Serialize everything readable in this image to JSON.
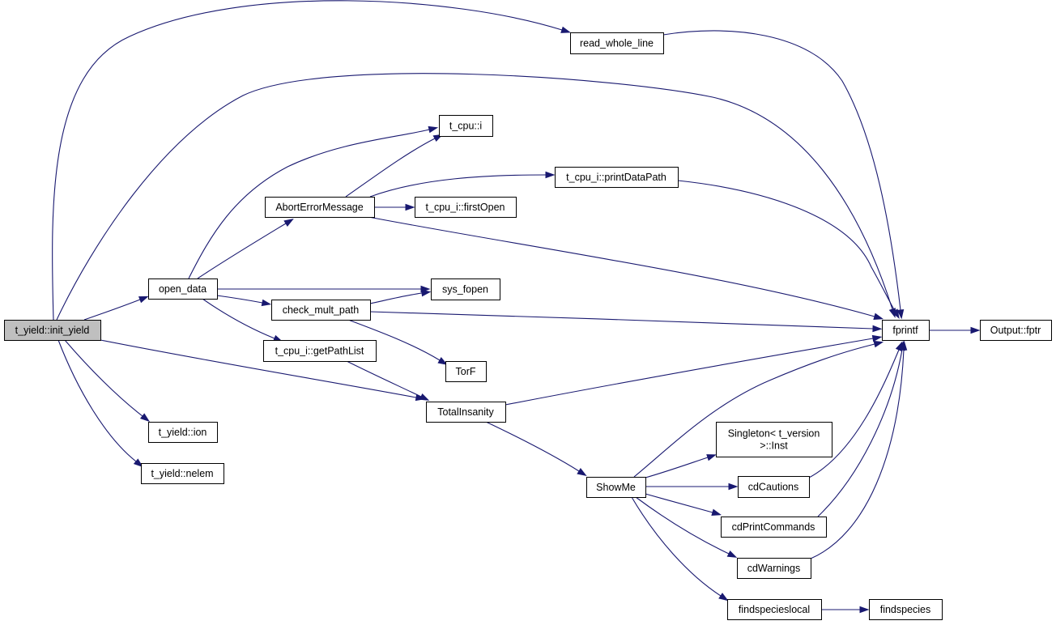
{
  "graph": {
    "edge_color": "#191970",
    "node_fill": "#ffffff",
    "root_fill": "#bfbfbf",
    "nodes": [
      {
        "id": "init_yield",
        "lines": [
          "t_yield::init_yield"
        ],
        "root": true
      },
      {
        "id": "open_data",
        "lines": [
          "open_data"
        ]
      },
      {
        "id": "read_whole_line",
        "lines": [
          "read_whole_line"
        ]
      },
      {
        "id": "fprintf",
        "lines": [
          "fprintf"
        ]
      },
      {
        "id": "ion",
        "lines": [
          "t_yield::ion"
        ]
      },
      {
        "id": "nelem",
        "lines": [
          "t_yield::nelem"
        ]
      },
      {
        "id": "TotalInsanity",
        "lines": [
          "TotalInsanity"
        ]
      },
      {
        "id": "AbortErrorMessage",
        "lines": [
          "AbortErrorMessage"
        ]
      },
      {
        "id": "check_mult_path",
        "lines": [
          "check_mult_path"
        ]
      },
      {
        "id": "getPathList",
        "lines": [
          "t_cpu_i::getPathList"
        ]
      },
      {
        "id": "sys_fopen",
        "lines": [
          "sys_fopen"
        ]
      },
      {
        "id": "t_cpu_i",
        "lines": [
          "t_cpu::i"
        ]
      },
      {
        "id": "printDataPath",
        "lines": [
          "t_cpu_i::printDataPath"
        ]
      },
      {
        "id": "firstOpen",
        "lines": [
          "t_cpu_i::firstOpen"
        ]
      },
      {
        "id": "TorF",
        "lines": [
          "TorF"
        ]
      },
      {
        "id": "ShowMe",
        "lines": [
          "ShowMe"
        ]
      },
      {
        "id": "Singleton",
        "lines": [
          "Singleton< t_version",
          ">::Inst"
        ]
      },
      {
        "id": "cdCautions",
        "lines": [
          "cdCautions"
        ]
      },
      {
        "id": "cdPrintCommands",
        "lines": [
          "cdPrintCommands"
        ]
      },
      {
        "id": "cdWarnings",
        "lines": [
          "cdWarnings"
        ]
      },
      {
        "id": "findspecieslocal",
        "lines": [
          "findspecieslocal"
        ]
      },
      {
        "id": "findspecies",
        "lines": [
          "findspecies"
        ]
      },
      {
        "id": "Output_fptr",
        "lines": [
          "Output::fptr"
        ]
      }
    ],
    "edges": [
      [
        "init_yield",
        "open_data"
      ],
      [
        "init_yield",
        "read_whole_line"
      ],
      [
        "init_yield",
        "fprintf"
      ],
      [
        "init_yield",
        "ion"
      ],
      [
        "init_yield",
        "nelem"
      ],
      [
        "init_yield",
        "TotalInsanity"
      ],
      [
        "open_data",
        "AbortErrorMessage"
      ],
      [
        "open_data",
        "t_cpu_i"
      ],
      [
        "open_data",
        "check_mult_path"
      ],
      [
        "open_data",
        "getPathList"
      ],
      [
        "open_data",
        "sys_fopen"
      ],
      [
        "AbortErrorMessage",
        "t_cpu_i"
      ],
      [
        "AbortErrorMessage",
        "printDataPath"
      ],
      [
        "AbortErrorMessage",
        "firstOpen"
      ],
      [
        "AbortErrorMessage",
        "fprintf"
      ],
      [
        "check_mult_path",
        "sys_fopen"
      ],
      [
        "check_mult_path",
        "fprintf"
      ],
      [
        "check_mult_path",
        "TorF"
      ],
      [
        "getPathList",
        "TotalInsanity"
      ],
      [
        "read_whole_line",
        "fprintf"
      ],
      [
        "printDataPath",
        "fprintf"
      ],
      [
        "TotalInsanity",
        "fprintf"
      ],
      [
        "TotalInsanity",
        "ShowMe"
      ],
      [
        "ShowMe",
        "fprintf"
      ],
      [
        "ShowMe",
        "Singleton"
      ],
      [
        "ShowMe",
        "cdCautions"
      ],
      [
        "ShowMe",
        "cdPrintCommands"
      ],
      [
        "ShowMe",
        "cdWarnings"
      ],
      [
        "ShowMe",
        "findspecieslocal"
      ],
      [
        "cdCautions",
        "fprintf"
      ],
      [
        "cdPrintCommands",
        "fprintf"
      ],
      [
        "cdWarnings",
        "fprintf"
      ],
      [
        "findspecieslocal",
        "findspecies"
      ],
      [
        "fprintf",
        "Output_fptr"
      ]
    ]
  }
}
